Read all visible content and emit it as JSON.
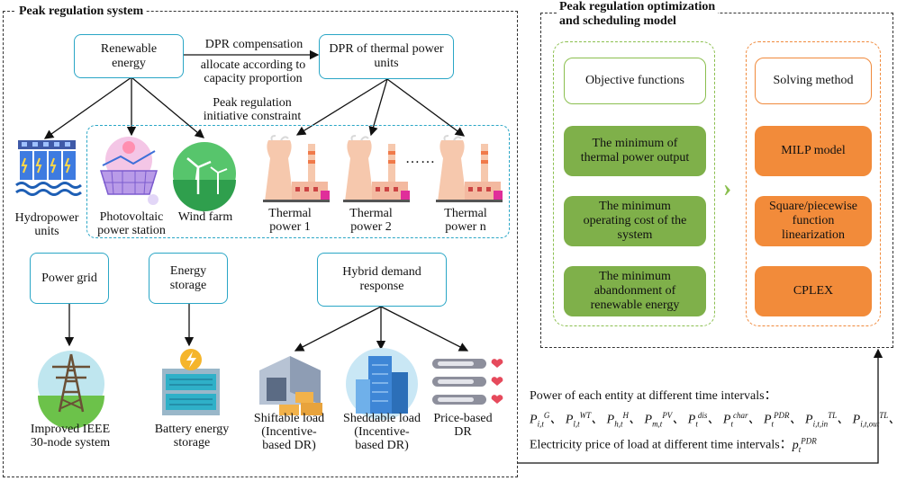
{
  "left_panel": {
    "title": "Peak regulation system",
    "renewable_energy": "Renewable\nenergy",
    "dpr_compensation_line1": "DPR compensation",
    "dpr_compensation_line2": "allocate according to\ncapacity proportion",
    "dpr_thermal": "DPR of thermal power\nunits",
    "peak_constraint": "Peak regulation\ninitiative constraint",
    "hydropower": "Hydropower\nunits",
    "photovoltaic": "Photovoltaic\npower station",
    "wind_farm": "Wind farm",
    "thermal_1": "Thermal\npower 1",
    "thermal_2": "Thermal\npower 2",
    "thermal_dots": "……",
    "thermal_n": "Thermal\npower n",
    "power_grid": "Power grid",
    "energy_storage": "Energy\nstorage",
    "hybrid_dr": "Hybrid demand\nresponse",
    "ieee": "Improved IEEE\n30-node system",
    "battery": "Battery energy\nstorage",
    "shiftable": "Shiftable load\n(Incentive-\nbased DR)",
    "sheddable": "Sheddable load\n(Incentive-\nbased DR)",
    "price_based": "Price-based\nDR"
  },
  "right_panel": {
    "title": "Peak regulation optimization\nand scheduling model",
    "objective_header": "Objective functions",
    "objectives": [
      "The minimum  of\nthermal power output",
      "The minimum\noperating cost of the\nsystem",
      "The minimum\nabandonment of\nrenewable energy"
    ],
    "solving_header": "Solving method",
    "methods": [
      "MILP model",
      "Square/piecewise\nfunction\nlinearization",
      "CPLEX"
    ],
    "arrow_glyph": "›"
  },
  "bottom_info": {
    "line1": "Power of each entity at different time intervals：",
    "line3": "Electricity price of load at different time intervals："
  },
  "colors": {
    "box_border": "#2aa6c6",
    "green": "#7fb04a",
    "orange": "#f28b3a",
    "frame": "#333333"
  }
}
